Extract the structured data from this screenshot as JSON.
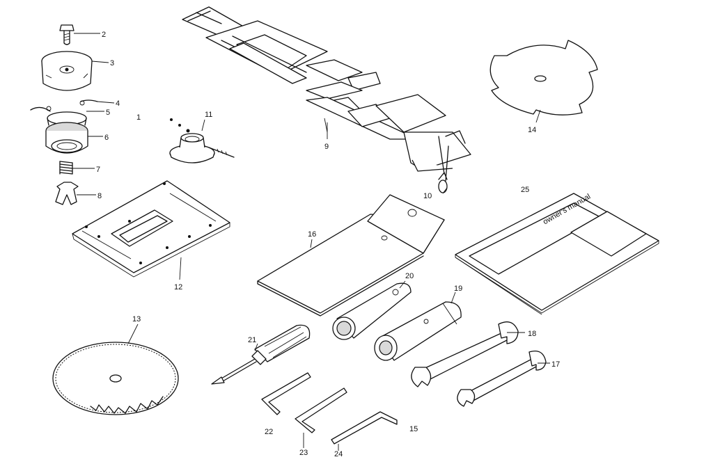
{
  "diagram": {
    "parts": [
      {
        "id": "part-1",
        "label": "1"
      },
      {
        "id": "part-2",
        "label": "2"
      },
      {
        "id": "part-3",
        "label": "3"
      },
      {
        "id": "part-4",
        "label": "4"
      },
      {
        "id": "part-5",
        "label": "5"
      },
      {
        "id": "part-6",
        "label": "6"
      },
      {
        "id": "part-7",
        "label": "7"
      },
      {
        "id": "part-8",
        "label": "8"
      },
      {
        "id": "part-9",
        "label": "9"
      },
      {
        "id": "part-10",
        "label": "10"
      },
      {
        "id": "part-11",
        "label": "11"
      },
      {
        "id": "part-12",
        "label": "12"
      },
      {
        "id": "part-13",
        "label": "13"
      },
      {
        "id": "part-14",
        "label": "14"
      },
      {
        "id": "part-15",
        "label": "15"
      },
      {
        "id": "part-16",
        "label": "16"
      },
      {
        "id": "part-17",
        "label": "17"
      },
      {
        "id": "part-18",
        "label": "18"
      },
      {
        "id": "part-19",
        "label": "19"
      },
      {
        "id": "part-20",
        "label": "20"
      },
      {
        "id": "part-21",
        "label": "21"
      },
      {
        "id": "part-22",
        "label": "22"
      },
      {
        "id": "part-23",
        "label": "23"
      },
      {
        "id": "part-24",
        "label": "24"
      },
      {
        "id": "part-25",
        "label": "25"
      }
    ],
    "manual_cover_text": "owner's manual"
  }
}
